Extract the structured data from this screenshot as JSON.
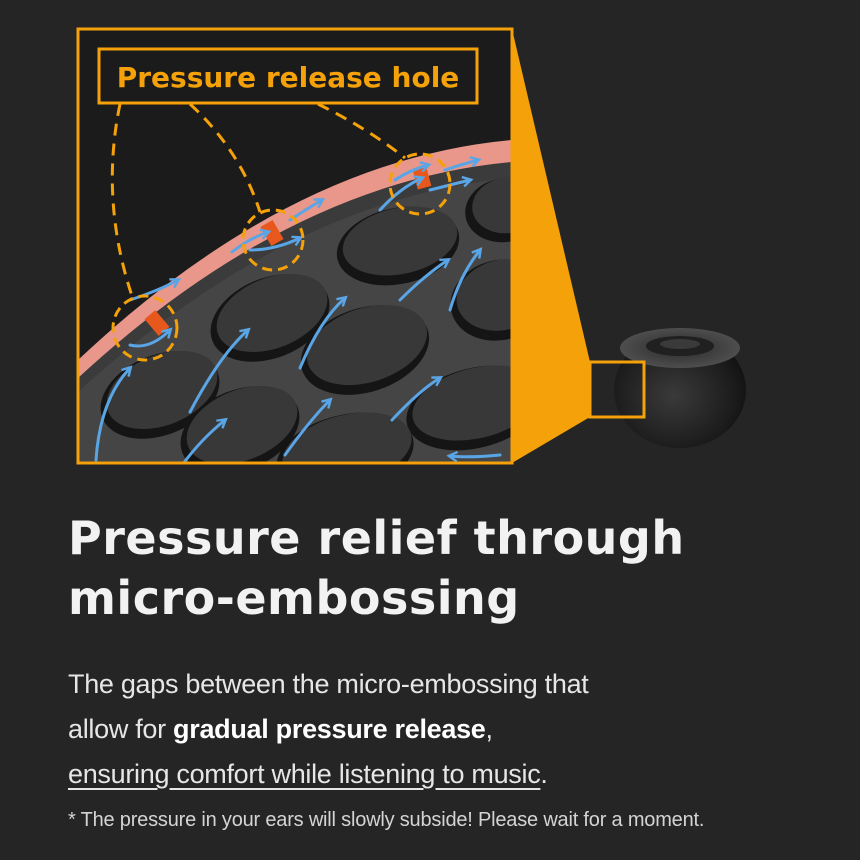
{
  "callout": {
    "label": "Pressure release hole"
  },
  "colors": {
    "background": "#252525",
    "accent_orange": "#f4a10a",
    "airflow_blue": "#5aa5e6",
    "hole_orange": "#e8581c",
    "rim_pink": "#e8978a"
  },
  "headline": {
    "line1": "Pressure relief through",
    "line2": "micro-embossing"
  },
  "description": {
    "line1": "The gaps between the micro-embossing that",
    "line2_prefix": "allow for ",
    "line2_bold": "gradual pressure release",
    "line2_suffix": ",",
    "line3_underlined": "ensuring comfort while listening to music",
    "line3_suffix": "."
  },
  "footnote": {
    "text": "*  The pressure in your ears will slowly subside! Please wait for a moment."
  },
  "icons": [
    "eartip-icon",
    "airflow-arrow-icon",
    "pressure-hole-marker-icon"
  ]
}
